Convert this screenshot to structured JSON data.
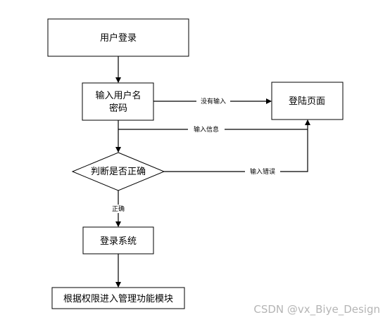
{
  "nodes": {
    "login": "用户登录",
    "input_line1": "输入用户名",
    "input_line2": "密码",
    "login_page": "登陆页面",
    "decision": "判断是否正确",
    "enter_system": "登录系统",
    "modules": "根据权限进入管理功能模块"
  },
  "edges": {
    "no_input": "没有输入",
    "input_info": "输入信息",
    "input_error": "输入错误",
    "correct": "正确"
  },
  "watermark": "CSDN @vx_Biye_Design"
}
